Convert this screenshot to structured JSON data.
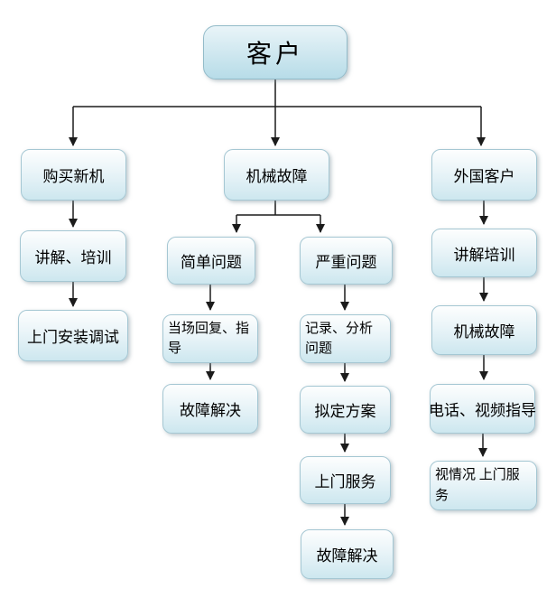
{
  "background": "#ffffff",
  "colors": {
    "background": "#ffffff",
    "text": "#000000",
    "connector": "#1b1b1b",
    "node_border": "#a5c7d3",
    "node_fill_top": "#fdfefe",
    "node_fill_mid": "#e9f4f8",
    "node_fill_bottom": "#cde7ef",
    "root_border": "#93bbc9",
    "root_fill_top": "#e9f4f8",
    "root_fill_bottom": "#b7dce8"
  },
  "nodes": {
    "customer": {
      "label": "客户"
    },
    "buy_new_machine": {
      "label": "购买新机"
    },
    "explain_training": {
      "label": "讲解、培训"
    },
    "onsite_install_debug": {
      "label": "上门安装调试"
    },
    "mechanical_failure": {
      "label": "机械故障"
    },
    "simple_problem": {
      "label": "简单问题"
    },
    "onsite_reply_guide": {
      "label": "当场回复、指导"
    },
    "fault_resolved_left": {
      "label": "故障解决"
    },
    "serious_problem": {
      "label": "严重问题"
    },
    "record_analyze_problem": {
      "label": "记录、分析问题"
    },
    "draft_plan": {
      "label": "拟定方案"
    },
    "onsite_service": {
      "label": "上门服务"
    },
    "fault_resolved_right": {
      "label": "故障解决"
    },
    "foreign_customer": {
      "label": "外国客户"
    },
    "explain_training_foreign": {
      "label": "讲解培训"
    },
    "mechanical_failure_foreign": {
      "label": "机械故障"
    },
    "phone_video_guide": {
      "label": "电话、视频指导"
    },
    "onsite_service_as_needed": {
      "label": "视情况 上门服务"
    }
  },
  "edges": [
    {
      "from": "customer",
      "to": "buy_new_machine"
    },
    {
      "from": "customer",
      "to": "mechanical_failure"
    },
    {
      "from": "customer",
      "to": "foreign_customer"
    },
    {
      "from": "buy_new_machine",
      "to": "explain_training"
    },
    {
      "from": "explain_training",
      "to": "onsite_install_debug"
    },
    {
      "from": "mechanical_failure",
      "to": "simple_problem"
    },
    {
      "from": "mechanical_failure",
      "to": "serious_problem"
    },
    {
      "from": "simple_problem",
      "to": "onsite_reply_guide"
    },
    {
      "from": "onsite_reply_guide",
      "to": "fault_resolved_left"
    },
    {
      "from": "serious_problem",
      "to": "record_analyze_problem"
    },
    {
      "from": "record_analyze_problem",
      "to": "draft_plan"
    },
    {
      "from": "draft_plan",
      "to": "onsite_service"
    },
    {
      "from": "onsite_service",
      "to": "fault_resolved_right"
    },
    {
      "from": "foreign_customer",
      "to": "explain_training_foreign"
    },
    {
      "from": "explain_training_foreign",
      "to": "mechanical_failure_foreign"
    },
    {
      "from": "mechanical_failure_foreign",
      "to": "phone_video_guide"
    },
    {
      "from": "phone_video_guide",
      "to": "onsite_service_as_needed"
    }
  ]
}
